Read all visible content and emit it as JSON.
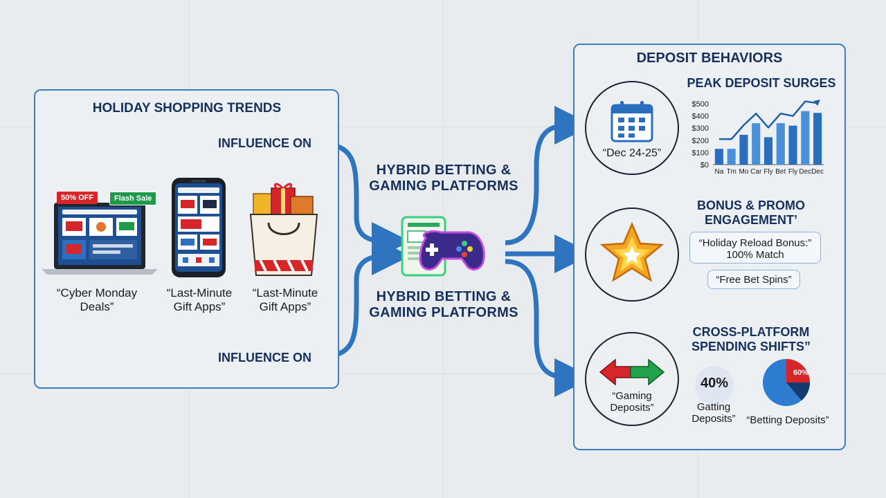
{
  "left_panel": {
    "title": "HOLIDAY SHOPPING TRENDS",
    "influence_top": "INFLUENCE ON",
    "influence_bottom": "INFLUENCE ON",
    "badge_sale": "50% OFF",
    "badge_flash": "Flash Sale",
    "caption_laptop": "“Cyber Monday Deals”",
    "caption_phone": "“Last-Minute Gift Apps”",
    "caption_bag": "“Last-Minute Gift Apps”"
  },
  "center": {
    "title_top": "HYBRID BETTING & GAMING PLATFORMS",
    "title_bottom": "HYBRID BETTING & GAMING PLATFORMS"
  },
  "right_panel": {
    "title": "DEPOSIT BEHAVIORS",
    "peak": {
      "title": "PEAK DEPOSIT SURGES",
      "caption": "“Dec 24-25”"
    },
    "bonus": {
      "title": "BONUS & PROMO ENGAGEMENT’",
      "pill_reload": "“Holiday Reload Bonus:” 100% Match",
      "pill_spins": "“Free Bet Spins”"
    },
    "cross": {
      "title": "CROSS-PLATFORM SPENDING SHIFTS”",
      "caption": "“Gaming Deposits”",
      "percent_left": "40%",
      "label_left": "Gatting Deposits”",
      "percent_pie": "60%",
      "label_right": "“Betting Deposits”"
    }
  },
  "chart_data": {
    "type": "bar",
    "categories": [
      "Na",
      "Tm",
      "Mo",
      "Car",
      "Fly",
      "Bet",
      "Fly",
      "Dec",
      "Dec"
    ],
    "values": [
      130,
      130,
      245,
      340,
      225,
      340,
      320,
      440,
      425
    ],
    "ytick_labels": [
      "$0",
      "$100",
      "$200",
      "$300",
      "$400",
      "$500"
    ],
    "ytick_values": [
      0,
      100,
      200,
      300,
      400,
      500
    ],
    "ylim": [
      0,
      500
    ],
    "trend_line": true,
    "colors": {
      "bar_primary": "#2a6fbd",
      "bar_secondary": "#4a90d9",
      "line": "#1f5fa9"
    }
  },
  "colors": {
    "title": "#16305c",
    "accent": "#2f74bf",
    "panel_border": "#3d7cc0",
    "sale_red": "#d7262a",
    "flash_green": "#1f9a4a",
    "pie_red": "#d7262a",
    "pie_blue": "#2e7cd0"
  }
}
